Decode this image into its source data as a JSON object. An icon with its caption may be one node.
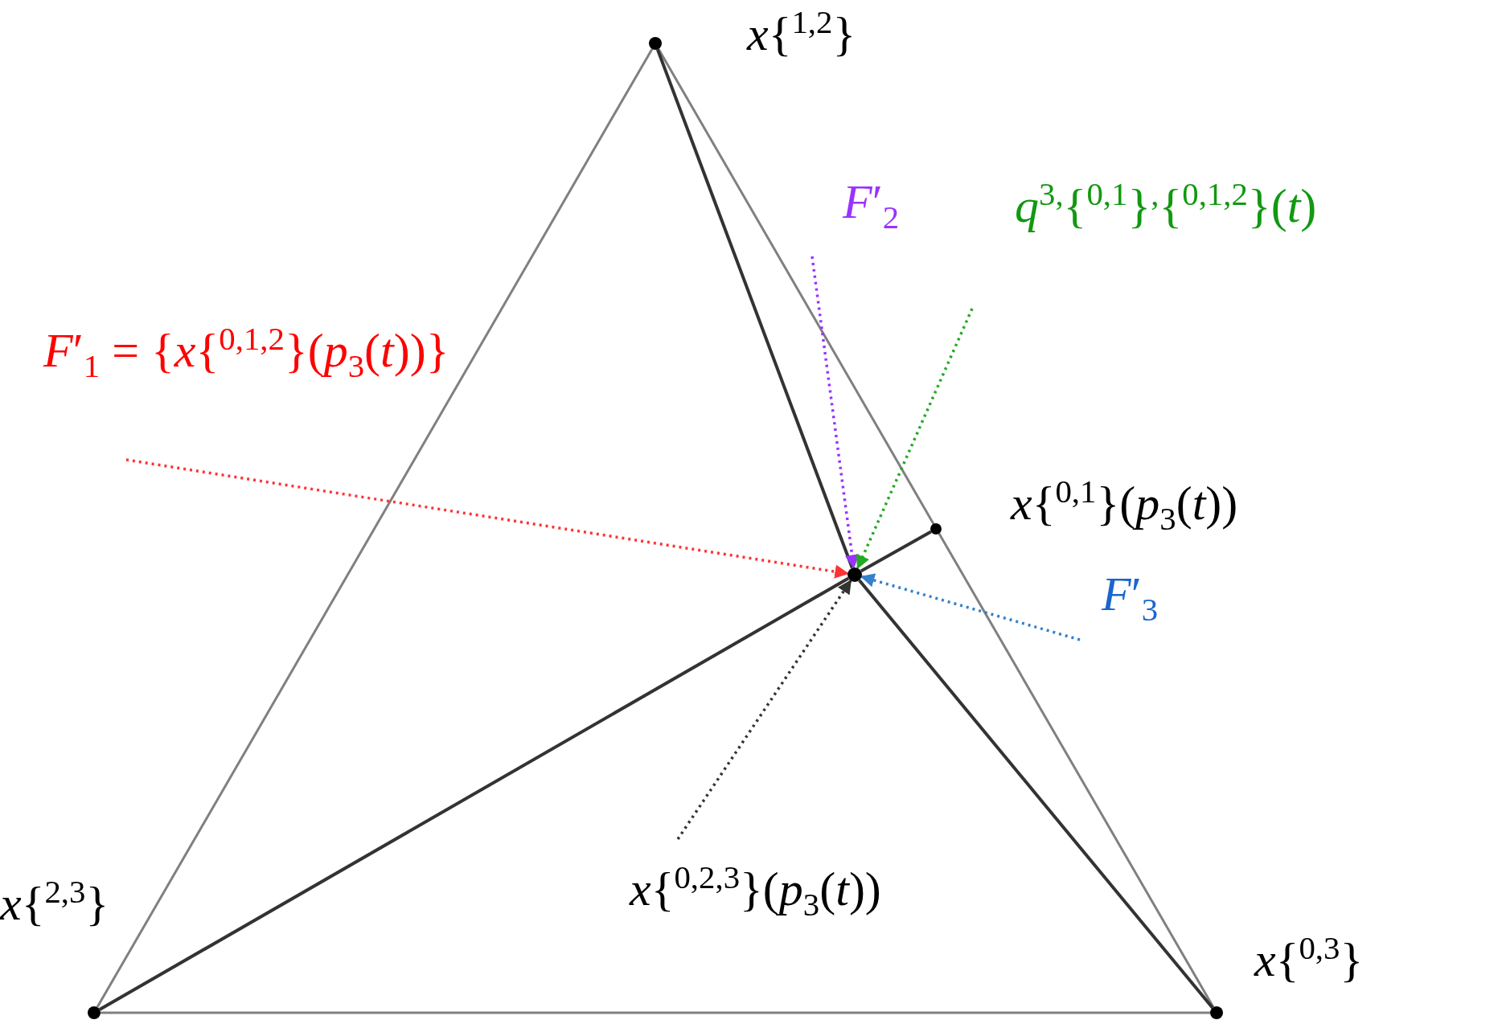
{
  "diagram": {
    "nodes": [
      {
        "text": [],
        "shape": "circle",
        "beside": [
          "*x*{$^{1,2}$}"
        ]
      },
      {
        "text": [],
        "shape": "circle",
        "beside": [
          "*x*{$^{2,3}$}"
        ]
      },
      {
        "text": [],
        "shape": "circle",
        "beside": [
          "*x*{$^{0,3}$}"
        ]
      },
      {
        "text": [],
        "shape": "circle"
      },
      {
        "text": [],
        "shape": "circle"
      },
      {
        "text": [
          "*F*′$_{1}$ = {*x*{$^{0,1,2}$}(*p*$_{3}$(*t*))}"
        ]
      },
      {
        "text": [
          "*F*′$_{2}$"
        ]
      },
      {
        "text": [
          "*q*$^{3,}${$^{0,1}$}$^{,}${$^{0,1,2}$}(*t*)"
        ]
      },
      {
        "text": [
          "*F*′$_{3}$"
        ]
      },
      {
        "text": [
          "*x*{$^{0,2,3}$}(*p*$_{3}$(*t*))"
        ]
      }
    ],
    "labels": [
      "*x*{$^{0,1}$}(*p*$_{3}$(*t*))"
    ],
    "edges": [
      {
        "from": 0,
        "to": 1,
        "arrow": "none",
        "color": "#808080"
      },
      {
        "from": 1,
        "to": 2,
        "arrow": "none",
        "color": "#808080"
      },
      {
        "from": 2,
        "to": 0,
        "arrow": "none",
        "color": "#808080"
      },
      {
        "from": 0,
        "to": 4,
        "arrow": "none"
      },
      {
        "from": 4,
        "to": 2,
        "arrow": "none"
      },
      {
        "from": 1,
        "to": 4,
        "arrow": "none"
      },
      {
        "from": 4,
        "to": 3,
        "arrow": "none"
      },
      {
        "from": 5,
        "to": 4,
        "arrow": "to",
        "style": "dashed",
        "color": "#ff3333"
      },
      {
        "from": 6,
        "to": 4,
        "arrow": "to",
        "style": "dashed",
        "color": "#9933ff"
      },
      {
        "from": 7,
        "to": 4,
        "arrow": "to",
        "style": "dashed",
        "color": "#22aa22"
      },
      {
        "from": 8,
        "to": 4,
        "arrow": "to",
        "style": "dashed",
        "color": "#3380cc"
      },
      {
        "from": 9,
        "to": 4,
        "arrow": "to",
        "style": "dashed",
        "color": "#333333"
      }
    ]
  }
}
